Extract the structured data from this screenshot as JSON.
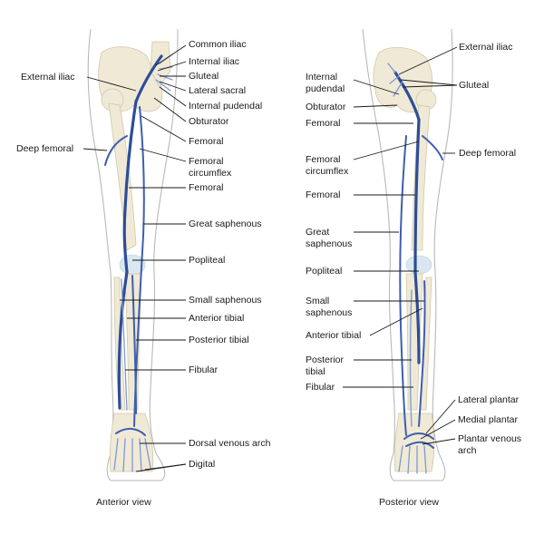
{
  "anterior": {
    "caption": "Anterior view",
    "labels": {
      "external_iliac": "External iliac",
      "deep_femoral": "Deep femoral",
      "common_iliac": "Common iliac",
      "internal_iliac": "Internal iliac",
      "gluteal": "Gluteal",
      "lateral_sacral": "Lateral sacral",
      "internal_pudendal": "Internal pudendal",
      "obturator": "Obturator",
      "femoral_1": "Femoral",
      "femoral_circumflex_1": "Femoral",
      "femoral_circumflex_2": "circumflex",
      "femoral_2": "Femoral",
      "great_saphenous": "Great saphenous",
      "popliteal": "Popliteal",
      "small_saphenous": "Small saphenous",
      "anterior_tibial": "Anterior tibial",
      "posterior_tibial": "Posterior tibial",
      "fibular": "Fibular",
      "dorsal_venous_arch": "Dorsal venous arch",
      "digital": "Digital"
    }
  },
  "posterior": {
    "caption": "Posterior view",
    "labels": {
      "external_iliac": "External iliac",
      "gluteal": "Gluteal",
      "deep_femoral": "Deep femoral",
      "internal_pudendal_1": "Internal",
      "internal_pudendal_2": "pudendal",
      "obturator": "Obturator",
      "femoral_1": "Femoral",
      "femoral_circumflex_1": "Femoral",
      "femoral_circumflex_2": "circumflex",
      "femoral_2": "Femoral",
      "great_saphenous_1": "Great",
      "great_saphenous_2": "saphenous",
      "popliteal": "Popliteal",
      "small_saphenous_1": "Small",
      "small_saphenous_2": "saphenous",
      "anterior_tibial": "Anterior tibial",
      "posterior_tibial_1": "Posterior",
      "posterior_tibial_2": "tibial",
      "fibular": "Fibular",
      "lateral_plantar": "Lateral plantar",
      "medial_plantar": "Medial plantar",
      "plantar_venous_arch_1": "Plantar venous",
      "plantar_venous_arch_2": "arch"
    }
  },
  "colors": {
    "deep_vein": "#2e4d99",
    "superficial_vein": "#7d9ad4",
    "bone": "#efe9d6",
    "cartilage": "#d9e8f0",
    "skin_outline": "#b9b9b9"
  }
}
